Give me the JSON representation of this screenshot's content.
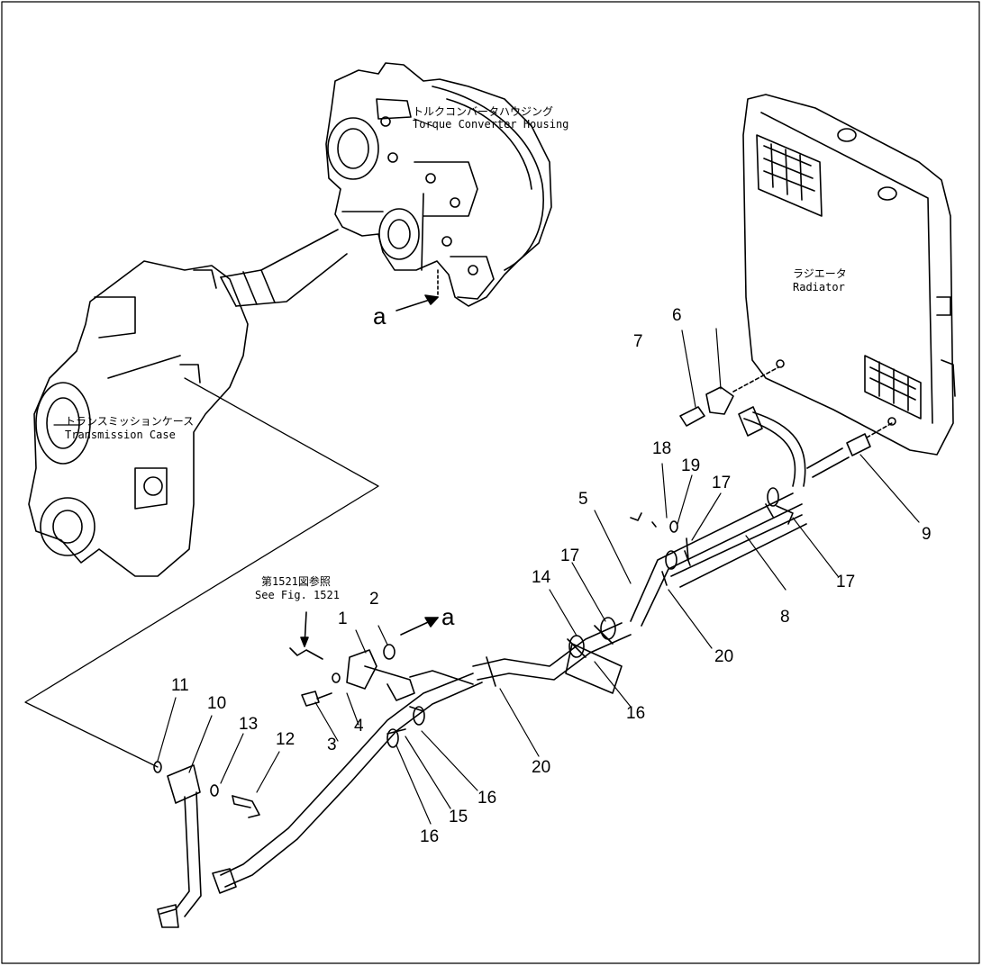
{
  "labels": {
    "torque_jp": "トルクコンバータハウジング",
    "torque_en": "Torque Converter Housing",
    "radiator_jp": "ラジエータ",
    "radiator_en": "Radiator",
    "trans_jp": "トランスミッションケース",
    "trans_en": "Transmission Case",
    "see_jp": "第1521図参照",
    "see_en": "See Fig. 1521",
    "view_a": "a"
  },
  "callouts": {
    "n1": "1",
    "n2": "2",
    "n3": "3",
    "n4": "4",
    "n5": "5",
    "n6": "6",
    "n7": "7",
    "n8": "8",
    "n9": "9",
    "n10": "10",
    "n11": "11",
    "n12": "12",
    "n13": "13",
    "n14": "14",
    "n15": "15",
    "n16a": "16",
    "n16b": "16",
    "n16c": "16",
    "n17a": "17",
    "n17b": "17",
    "n17c": "17",
    "n18": "18",
    "n19": "19",
    "n20a": "20",
    "n20b": "20"
  }
}
